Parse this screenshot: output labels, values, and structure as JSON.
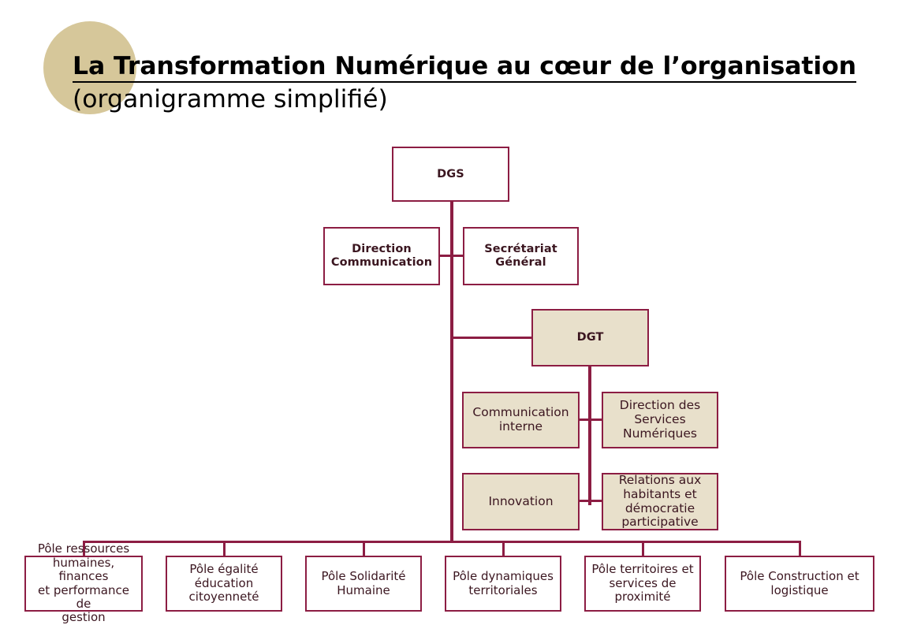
{
  "title": {
    "line1": "La Transformation Numérique au cœur de l’organisation",
    "line2": "(organigramme simplifié)"
  },
  "colors": {
    "border": "#8c1d43",
    "beige_fill": "#e8e0cb",
    "white_fill": "#ffffff",
    "text": "#3b1620",
    "circle": "#d6c79a",
    "title_text": "#000000"
  },
  "nodes": {
    "dgs": {
      "label": "DGS"
    },
    "direction_communication": {
      "label": "Direction\nCommunication"
    },
    "secretariat_general": {
      "label": "Secrétariat\nGénéral"
    },
    "dgt": {
      "label": "DGT"
    },
    "communication_interne": {
      "label": "Communication\ninterne"
    },
    "direction_services_numeriques": {
      "label": "Direction des\nServices\nNumériques"
    },
    "innovation": {
      "label": "Innovation"
    },
    "relations_habitants": {
      "label": "Relations aux\nhabitants et\ndémocratie\nparticipative"
    }
  },
  "poles": [
    {
      "label": "Pôle ressources\nhumaines, finances\net performance de\ngestion"
    },
    {
      "label": "Pôle égalité\néducation\ncitoyenneté"
    },
    {
      "label": "Pôle Solidarité\nHumaine"
    },
    {
      "label": "Pôle dynamiques\nterritoriales"
    },
    {
      "label": "Pôle territoires et\nservices de\nproximité"
    },
    {
      "label": "Pôle Construction et\nlogistique"
    }
  ]
}
